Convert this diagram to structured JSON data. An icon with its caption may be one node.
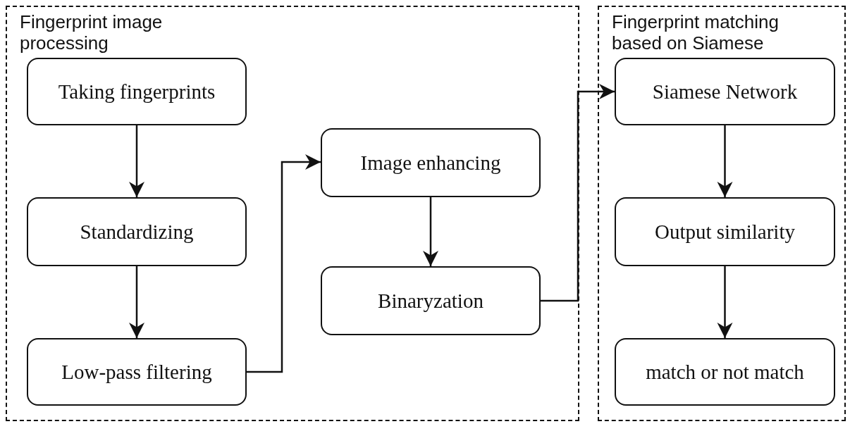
{
  "diagram": {
    "nodes": [
      {
        "text": [
          "Fingerprint image processing"
        ]
      },
      {
        "text": [
          "Fingerprint matching based on Siamese"
        ]
      },
      {
        "text": [
          "Taking fingerprints"
        ],
        "in": 0
      },
      {
        "text": [
          "Standardizing"
        ],
        "in": 0
      },
      {
        "text": [
          "Low-pass filtering"
        ],
        "in": 0
      },
      {
        "text": [
          "Image enhancing"
        ],
        "in": 0
      },
      {
        "text": [
          "Binaryzation"
        ],
        "in": 0
      },
      {
        "text": [
          "Siamese Network"
        ],
        "in": 1
      },
      {
        "text": [
          "Output similarity"
        ],
        "in": 1
      },
      {
        "text": [
          "match or not match"
        ],
        "in": 1
      }
    ],
    "edges": [
      {
        "from": 2,
        "to": 3,
        "arrow": "to"
      },
      {
        "from": 3,
        "to": 4,
        "arrow": "to"
      },
      {
        "from": 4,
        "to": 5,
        "arrow": "to"
      },
      {
        "from": 5,
        "to": 6,
        "arrow": "to"
      },
      {
        "from": 6,
        "to": 7,
        "arrow": "to"
      },
      {
        "from": 7,
        "to": 8,
        "arrow": "to"
      },
      {
        "from": 8,
        "to": 9,
        "arrow": "to"
      }
    ]
  }
}
